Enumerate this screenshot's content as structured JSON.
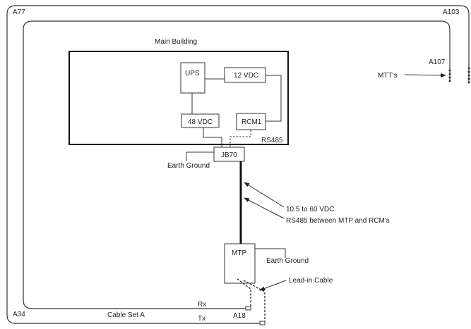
{
  "diagram": {
    "labels": {
      "a77": "A77",
      "a103": "A103",
      "a107": "A107",
      "a34": "A34",
      "a18": "A18",
      "main_building": "Main Building",
      "mtts": "MTT's",
      "ups": "UPS",
      "vdc12": "12 VDC",
      "vdc48": "48 VDC",
      "rcm1": "RCM1",
      "rs485": "RS485",
      "jb70": "JB70",
      "earth_ground_1": "Earth Ground",
      "vdc_range": "10.5 to 60 VDC",
      "rs485_between": "RS485 between MTP and RCM's",
      "mtp": "MTP",
      "earth_ground_2": "Earth Ground",
      "lead_in": "Lead-in Cable",
      "rx": "Rx",
      "tx": "Tx",
      "cable_set": "Cable Set A"
    }
  }
}
